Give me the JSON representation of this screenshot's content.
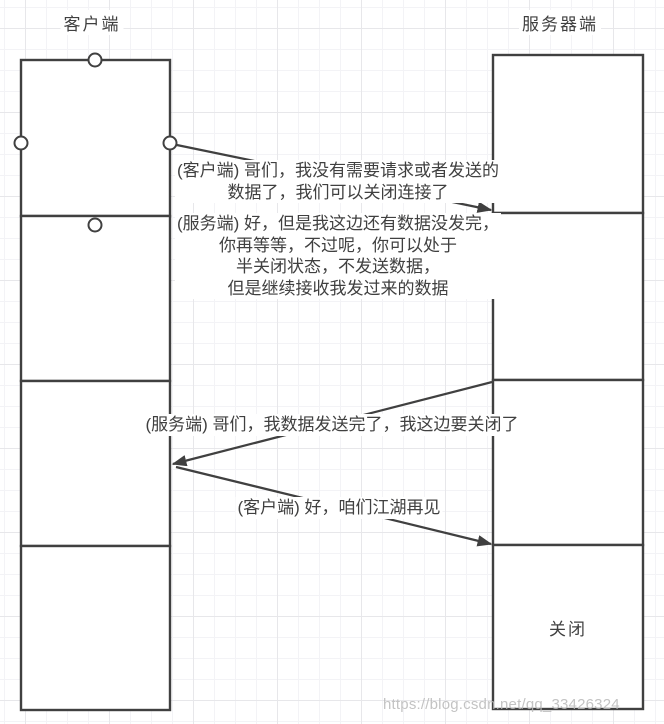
{
  "actors": {
    "client": "客户端",
    "server": "服务器端"
  },
  "messages": [
    {
      "speaker": "client",
      "lines": [
        "(客户端) 哥们，我没有需要请求或者发送的",
        "数据了，我们可以关闭连接了"
      ]
    },
    {
      "speaker": "server",
      "lines": [
        "(服务端) 好，但是我这边还有数据没发完，",
        "你再等等，不过呢，你可以处于",
        "半关闭状态，不发送数据，",
        "但是继续接收我发过来的数据"
      ]
    },
    {
      "speaker": "server",
      "lines": [
        "(服务端) 哥们，我数据发送完了，我这边要关闭了"
      ]
    },
    {
      "speaker": "client",
      "lines": [
        "(客户端) 好，咱们江湖再见"
      ]
    }
  ],
  "close_label": "关闭",
  "watermark": "https://blog.csdn.net/qq_33426324",
  "colors": {
    "stroke": "#404040",
    "text": "#404040",
    "grid_minor": "#f3f3f6",
    "grid_major": "#e7e7ea",
    "watermark": "#b9b9b9"
  }
}
